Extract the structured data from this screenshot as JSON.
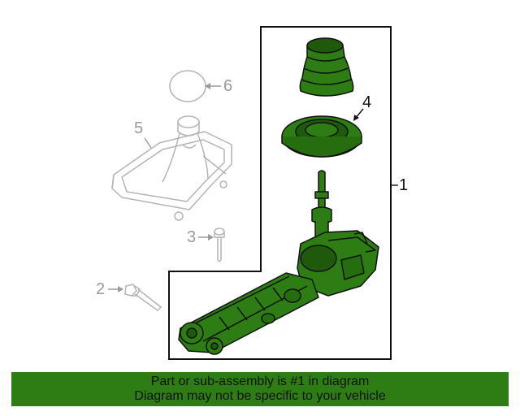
{
  "callouts": {
    "c1": "1",
    "c2": "2",
    "c3": "3",
    "c4": "4",
    "c5": "5",
    "c6": "6"
  },
  "banner": {
    "line1": "Part or sub-assembly is #1 in diagram",
    "line2": "Diagram may not be specific to your vehicle",
    "color": "#2e7d14"
  },
  "colors": {
    "highlight": "#2e7d14",
    "ghost": "#b4b4b4",
    "outline": "#111111"
  }
}
